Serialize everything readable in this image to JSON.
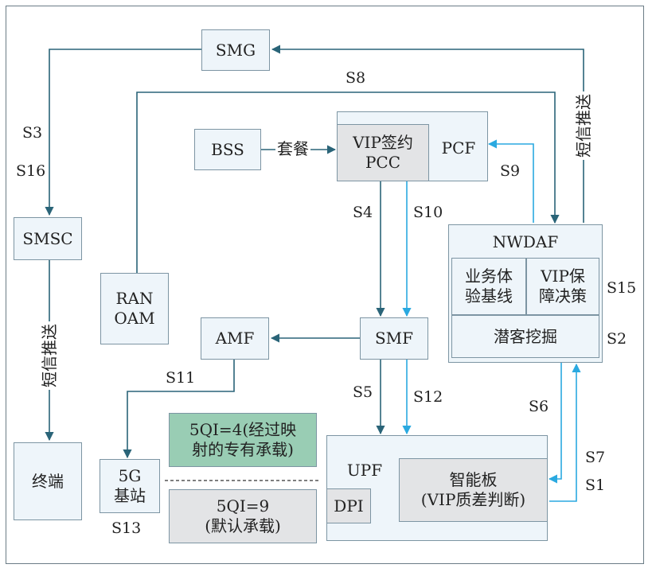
{
  "colors": {
    "dark_arrow": "#2a6478",
    "light_arrow": "#2aa9e0",
    "box_border": "#7d95a3",
    "box_fill": "#eef5fa",
    "gray_fill": "#e3e4e6",
    "green_fill": "#99cdb4"
  },
  "nodes": {
    "smg": "SMG",
    "bss": "BSS",
    "pcc": "VIP签约\nPCC",
    "pcf": "PCF",
    "smsc": "SMSC",
    "ran_oam": "RAN\nOAM",
    "nwdaf": "NWDAF",
    "biz_baseline": "业务体\n验基线",
    "vip_policy": "VIP保\n障决策",
    "potential": "潜客挖掘",
    "amf": "AMF",
    "smf": "SMF",
    "terminal": "终端",
    "gnb": "5G\n基站",
    "qos4": "5QI=4(经过映\n射的专有承载)",
    "qos9": "5QI=9\n(默认承载)",
    "upf": "UPF",
    "dpi": "DPI",
    "smart_board": "智能板\n(VIP质差判断)"
  },
  "labels": {
    "s1": "S1",
    "s2": "S2",
    "s3": "S3",
    "s4": "S4",
    "s5": "S5",
    "s6": "S6",
    "s7": "S7",
    "s8": "S8",
    "s9": "S9",
    "s10": "S10",
    "s11": "S11",
    "s12": "S12",
    "s13": "S13",
    "s15": "S15",
    "s16": "S16",
    "package": "套餐",
    "sms_push_left": "短信推送",
    "sms_push_right": "短信推送"
  }
}
